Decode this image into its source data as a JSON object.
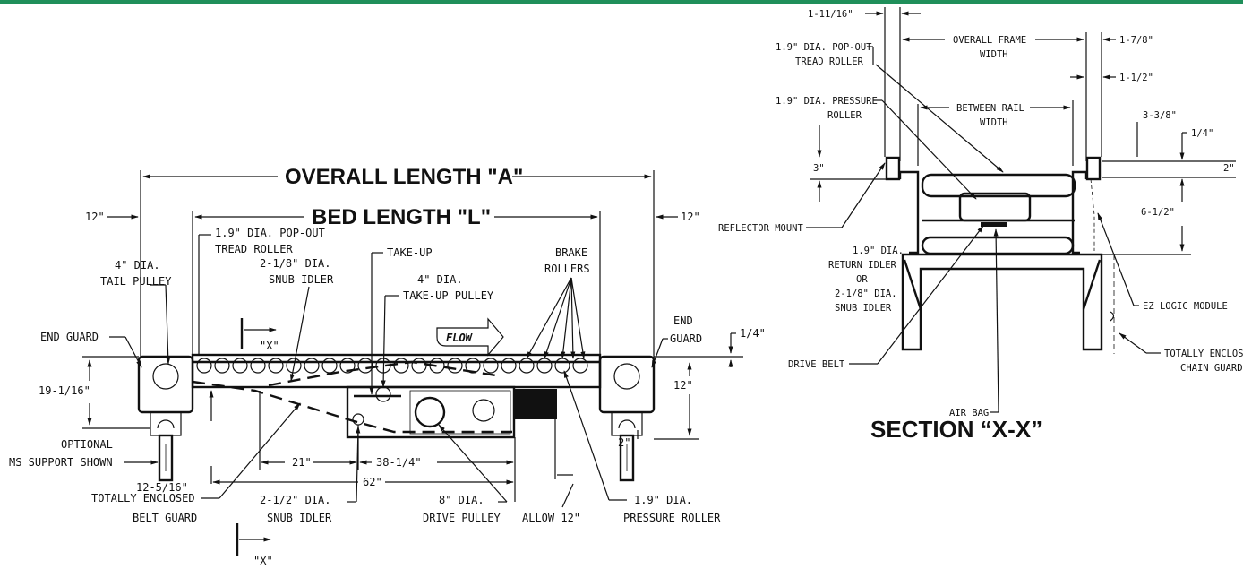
{
  "side_view": {
    "overall_length": "OVERALL LENGTH \"A\"",
    "bed_length": "BED LENGTH \"L\"",
    "dim_12_left": "12\"",
    "dim_12_right": "12\"",
    "pop_out_1": "1.9\" DIA. POP-OUT",
    "pop_out_2": "TREAD ROLLER",
    "tail_pulley_1": "4\" DIA.",
    "tail_pulley_2": "TAIL PULLEY",
    "snub_idler_1": "2-1/8\" DIA.",
    "snub_idler_2": "SNUB IDLER",
    "take_up": "TAKE-UP",
    "take_up_pulley_1": "4\" DIA.",
    "take_up_pulley_2": "TAKE-UP PULLEY",
    "brake_rollers_1": "BRAKE",
    "brake_rollers_2": "ROLLERS",
    "flow": "FLOW",
    "section_mark_top": "\"X\"",
    "section_mark_bottom": "\"X\"",
    "end_guard_left": "END GUARD",
    "end_guard_right_1": "END",
    "end_guard_right_2": "GUARD",
    "dim_quarter": "1/4\"",
    "dim_19_1_16": "19-1/16\"",
    "dim_12_height": "12\"",
    "optional_1": "OPTIONAL",
    "optional_2": "MS SUPPORT SHOWN",
    "dim_12_5_16": "12-5/16\"",
    "dim_21": "21\"",
    "dim_38_1_4": "38-1/4\"",
    "dim_62": "62\"",
    "dim_2": "2\"",
    "belt_guard_1": "TOTALLY ENCLOSED",
    "belt_guard_2": "BELT GUARD",
    "snub_2_1_2_1": "2-1/2\" DIA.",
    "snub_2_1_2_2": "SNUB IDLER",
    "drive_pulley_1": "8\" DIA.",
    "drive_pulley_2": "DRIVE PULLEY",
    "allow_12": "ALLOW 12\"",
    "pressure_roller_1": "1.9\" DIA.",
    "pressure_roller_2": "PRESSURE ROLLER"
  },
  "section_view": {
    "title": "SECTION “X-X”",
    "dim_1_11_16": "1-11/16\"",
    "overall_frame_1": "OVERALL FRAME",
    "overall_frame_2": "WIDTH",
    "dim_1_7_8": "1-7/8\"",
    "pop_out_1": "1.9\" DIA. POP-OUT",
    "pop_out_2": "TREAD ROLLER",
    "dim_1_1_2": "1-1/2\"",
    "pressure_1": "1.9\" DIA. PRESSURE",
    "pressure_2": "ROLLER",
    "between_rail_1": "BETWEEN RAIL",
    "between_rail_2": "WIDTH",
    "dim_3_3_8": "3-3/8\"",
    "dim_quarter": "1/4\"",
    "dim_3": "3\"",
    "dim_2": "2\"",
    "dim_6_1_2": "6-1/2\"",
    "reflector_mount": "REFLECTOR MOUNT",
    "return_idler_1": "1.9\" DIA.",
    "return_idler_2": "RETURN IDLER",
    "return_idler_3": "OR",
    "return_idler_4": "2-1/8\" DIA.",
    "return_idler_5": "SNUB IDLER",
    "ez_logic": "EZ LOGIC MODULE",
    "chain_guard_1": "TOTALLY ENCLOSED",
    "chain_guard_2": "CHAIN GUARD",
    "drive_belt": "DRIVE BELT",
    "air_bag": "AIR BAG"
  }
}
